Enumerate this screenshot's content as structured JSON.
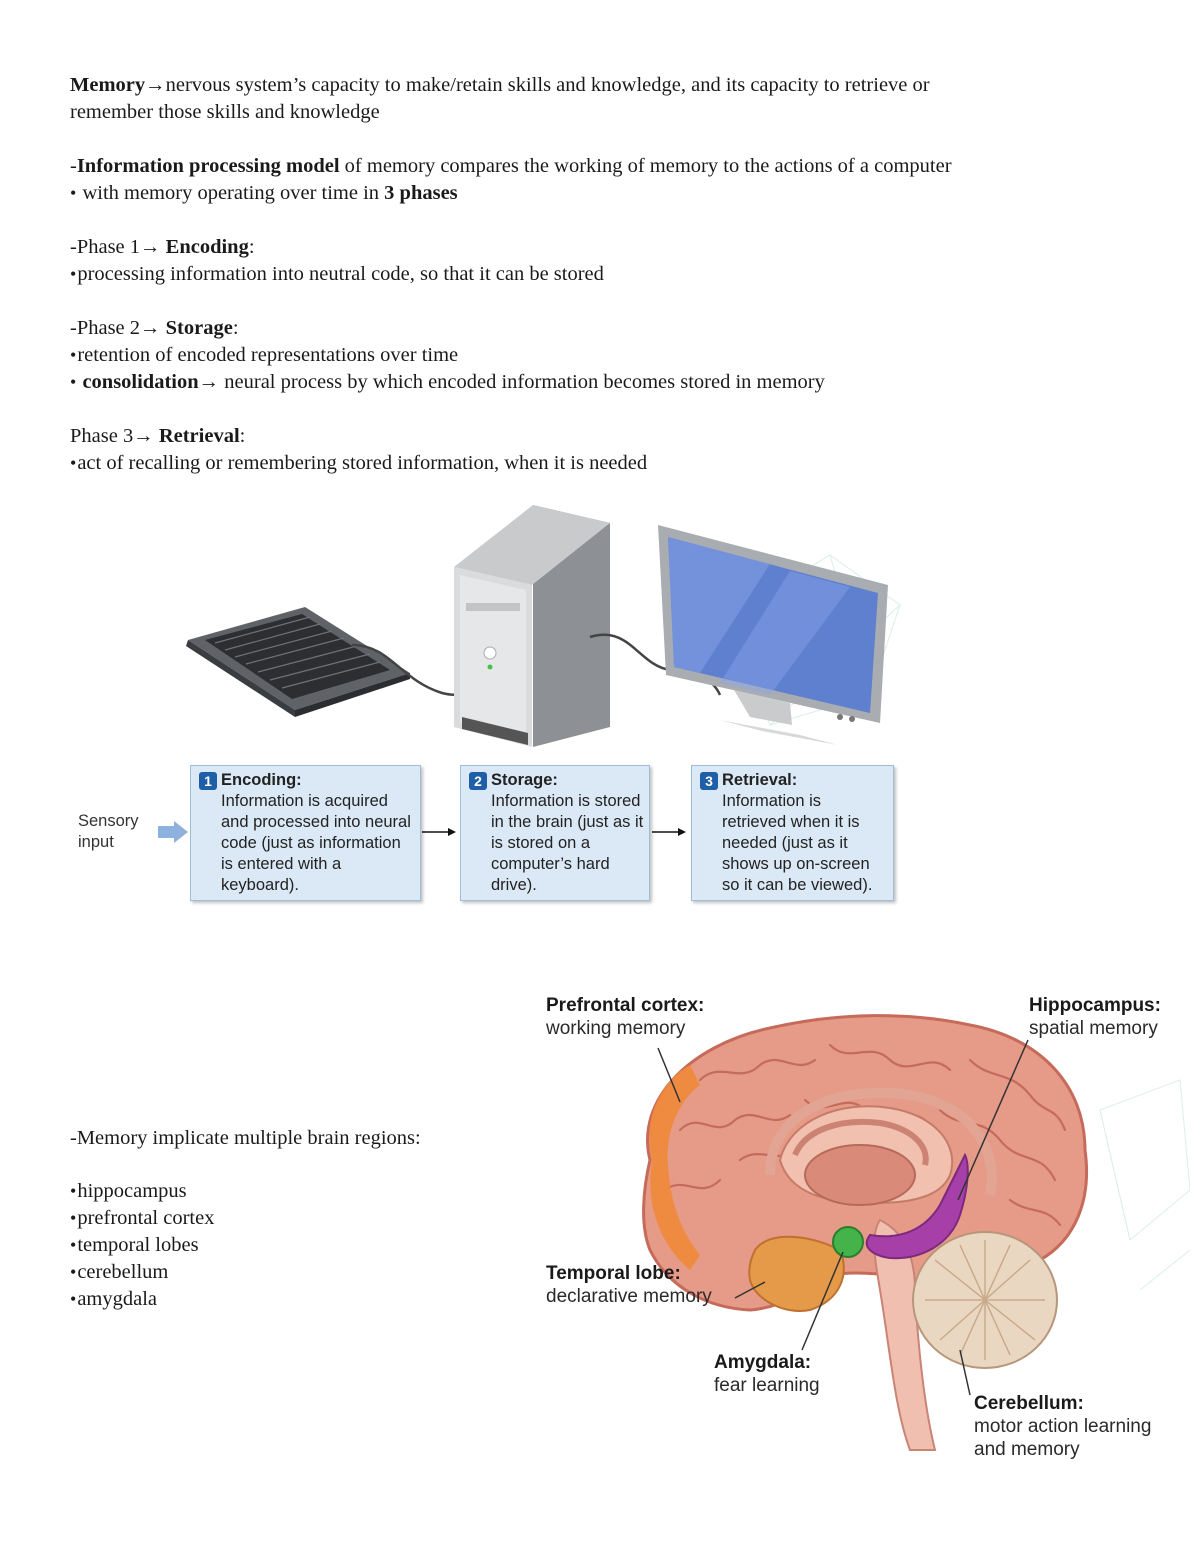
{
  "memory_def": {
    "term": "Memory",
    "arrow": "→",
    "line1": "nervous system’s capacity to make/retain skills and knowledge, and its capacity to retrieve or",
    "line2": "remember those skills and knowledge"
  },
  "ip_model": {
    "prefix": "-",
    "term": "Information processing model",
    "rest": " of memory compares the working of memory to the actions of a computer",
    "bullet_text": "with memory operating over time in ",
    "bullet_bold": "3 phases"
  },
  "phase1": {
    "prefix": "-Phase 1→ ",
    "name": "Encoding",
    "colon": ":",
    "bullets": [
      "processing information into neutral code, so that it can be stored"
    ]
  },
  "phase2": {
    "prefix": "-Phase 2→ ",
    "name": "Storage",
    "colon": ":",
    "bullet1": "retention of encoded representations over time",
    "bullet2_bold": "consolidation",
    "bullet2_rest": "→ neural process by which encoded information becomes stored in memory"
  },
  "phase3": {
    "prefix": "Phase 3→ ",
    "name": "Retrieval",
    "colon": ":",
    "bullet1": "act of recalling or remembering stored information, when it is needed"
  },
  "computer_figure": {
    "sensory_line1": "Sensory",
    "sensory_line2": "input",
    "steps": [
      {
        "num": "1",
        "title": "Encoding:",
        "text": "Information is acquired and processed into neural code (just as information is entered with a keyboard)."
      },
      {
        "num": "2",
        "title": "Storage:",
        "text": "Information is stored in the brain (just as it is stored on a computer’s hard drive)."
      },
      {
        "num": "3",
        "title": "Retrieval:",
        "text": "Information is retrieved when it is needed (just as it shows up on-screen so it can be viewed)."
      }
    ]
  },
  "brain_regions": {
    "intro": "-Memory implicate multiple brain regions:",
    "items": [
      "hippocampus",
      "prefrontal cortex",
      "temporal lobes",
      "cerebellum",
      "amygdala"
    ]
  },
  "brain_figure": {
    "prefrontal": {
      "title": "Prefrontal cortex:",
      "desc": "working memory"
    },
    "hippocampus": {
      "title": "Hippocampus:",
      "desc": "spatial memory"
    },
    "temporal": {
      "title": "Temporal lobe:",
      "desc": "declarative memory"
    },
    "amygdala": {
      "title": "Amygdala:",
      "desc": "fear learning"
    },
    "cerebellum": {
      "title": "Cerebellum:",
      "desc1": "motor action learning",
      "desc2": "and memory"
    }
  }
}
